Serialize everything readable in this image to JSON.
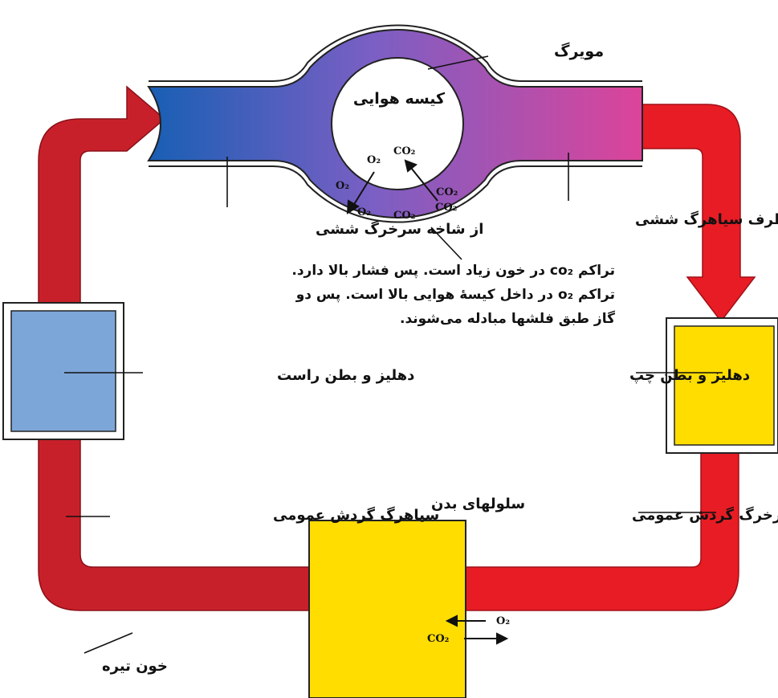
{
  "labels": {
    "capillary": "مویرگ",
    "air_sac": "کیسه هوایی",
    "from_pulmonary_artery": "از شاخه سرخرگ ششی",
    "to_pulmonary_vein": "به طرف سیاهرگ ششی",
    "right_chambers": "دهلیز و بطن راست",
    "left_chambers": "دهلیز و بطن چپ",
    "systemic_vein": "سیاهرگ گردش عمومی",
    "systemic_artery": "سرخرگ گردش عمومی",
    "body_cells": "سلولهای بدن",
    "dark_blood": "خون تیره"
  },
  "gases": {
    "o2": "O₂",
    "co2": "CO₂"
  },
  "note_lines": [
    "تراکم co₂ در خون زیاد است. پس فشار بالا دارد.",
    "تراکم o₂ در داخل کیسهٔ هوایی بالا است. پس دو",
    "گاز طبق فلشها مبادله می‌شوند."
  ],
  "colors": {
    "venous_red": "#c8202a",
    "arterial_red": "#e81c24",
    "right_heart_blue": "#7da6d8",
    "left_heart_yellow": "#ffdd00",
    "vessel_start_blue": "#1a5fb4",
    "vessel_mid_purple": "#8a5cc0",
    "vessel_end_pink": "#d8449c"
  }
}
